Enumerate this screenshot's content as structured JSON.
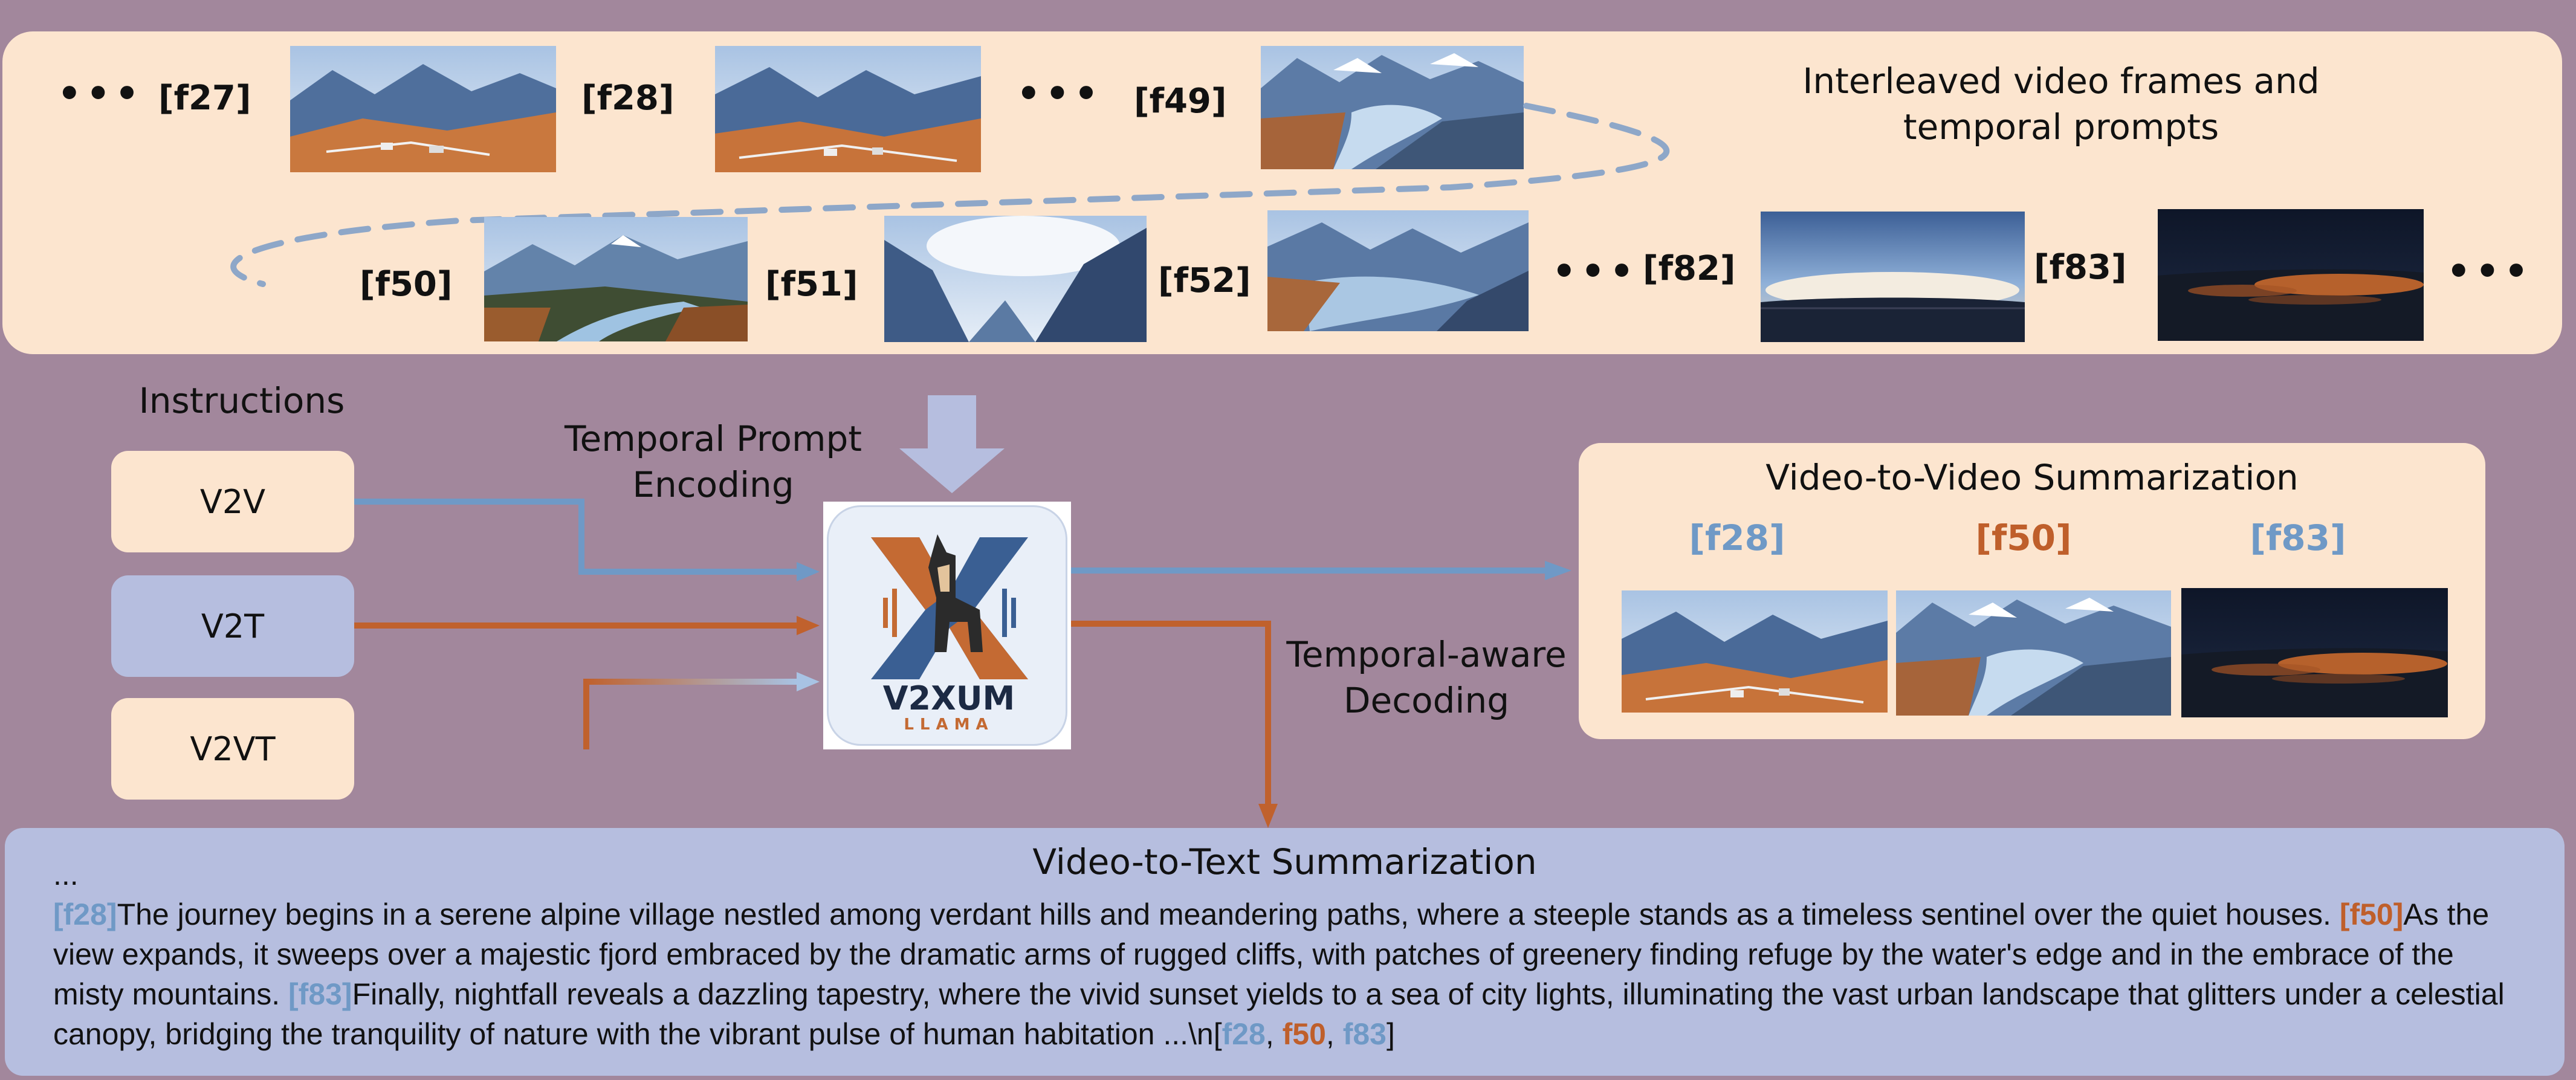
{
  "frames_panel": {
    "title": "Interleaved video frames and temporal prompts",
    "row1": {
      "leading_dots": "•••",
      "tag_f27": "[f27]",
      "tag_f28": "[f28]",
      "middle_dots": "•••",
      "tag_f49": "[f49]"
    },
    "row2": {
      "tag_f50": "[f50]",
      "tag_f51": "[f51]",
      "tag_f52": "[f52]",
      "middle_dots": "•••",
      "tag_f82": "[f82]",
      "tag_f83": "[f83]",
      "trailing_dots": "•••"
    }
  },
  "instructions": {
    "heading": "Instructions",
    "items": [
      "V2V",
      "V2T",
      "V2VT"
    ]
  },
  "encoding_label": "Temporal Prompt Encoding",
  "decoding_label": "Temporal-aware Decoding",
  "model": {
    "name": "V2XUM",
    "subname": "LLAMA"
  },
  "v2v_summary": {
    "title": "Video-to-Video Summarization",
    "selected": [
      "[f28]",
      "[f50]",
      "[f83]"
    ]
  },
  "v2t_summary": {
    "title": "Video-to-Text Summarization",
    "ellipsis": "...",
    "ref_f28": "[f28]",
    "text_1": "The journey begins in a serene alpine village nestled among verdant hills and meandering paths, where a steeple stands as a timeless sentinel over the quiet houses. ",
    "ref_f50": "[f50]",
    "text_2": "As the view expands, it sweeps over a majestic fjord embraced by the dramatic arms of rugged cliffs, with patches of greenery finding refuge by the water's edge and in the embrace of the misty mountains. ",
    "ref_f83": "[f83]",
    "text_3": "Finally, nightfall reveals a dazzling tapestry, where the vivid sunset yields to a sea of city lights, illuminating the vast urban landscape that glitters under a celestial canopy, bridging the tranquility of nature with the vibrant pulse of human habitation ...\\n[",
    "list_f28": "f28",
    "sep_1": ", ",
    "list_f50": "f50",
    "sep_2": ", ",
    "list_f83": "f83",
    "close": "]"
  },
  "colors": {
    "background": "#a2879c",
    "panel_peach": "#fce5cf",
    "panel_lavender": "#b6bedf",
    "arrow_blue": "#6f99c6",
    "arrow_orange": "#c0612d"
  }
}
